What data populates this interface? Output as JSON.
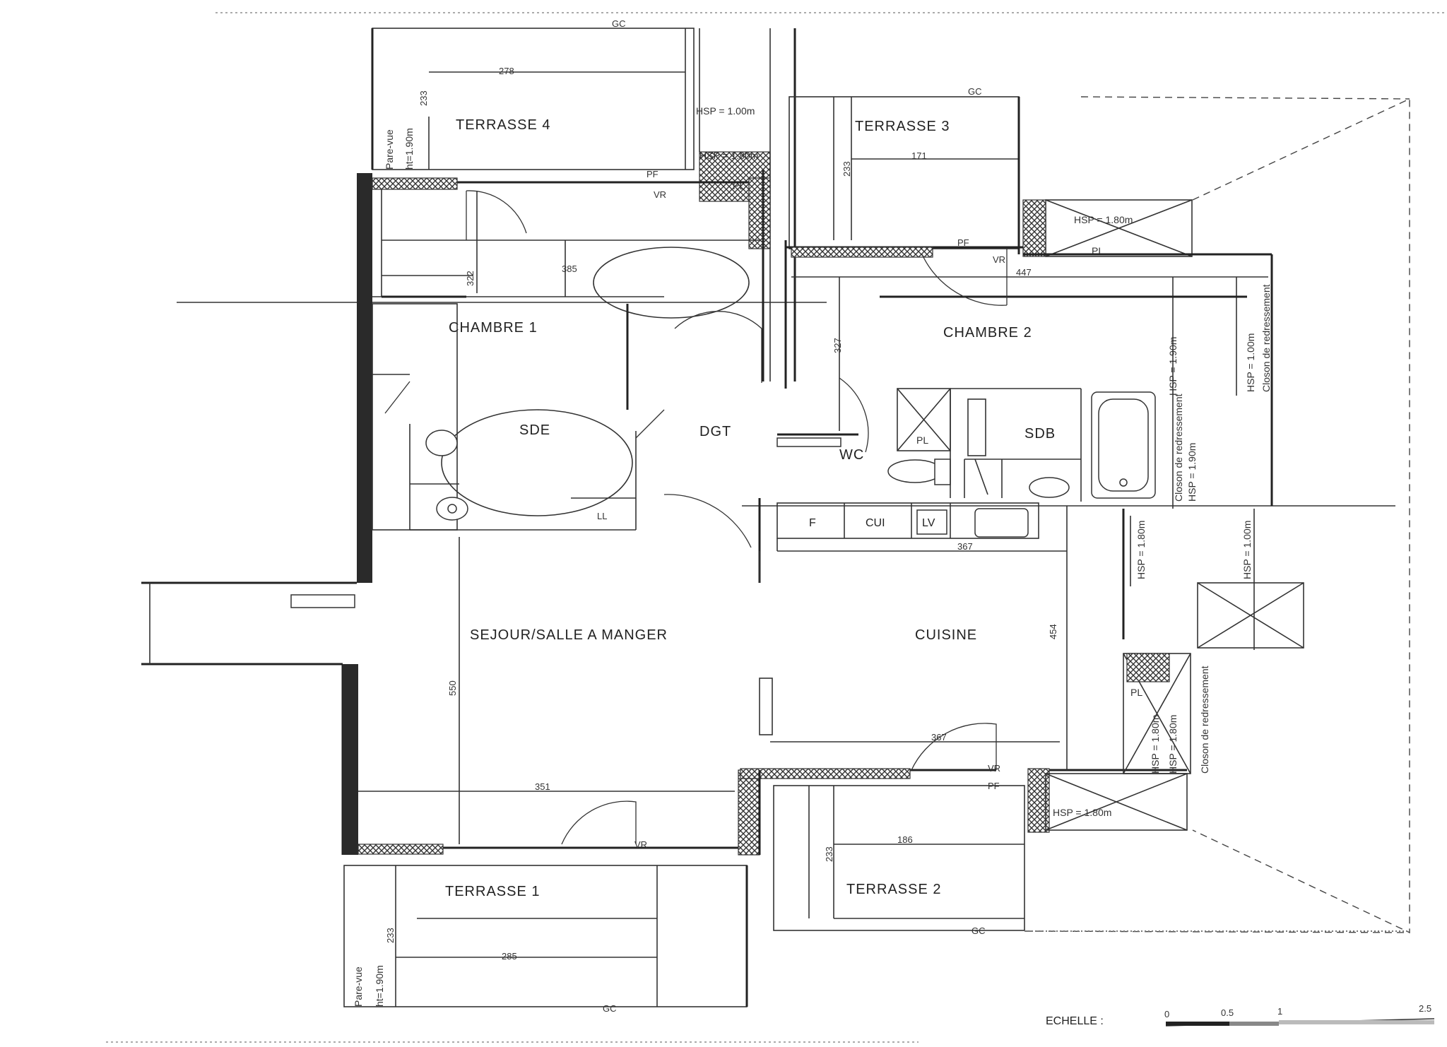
{
  "rooms": {
    "terrasse4": "TERRASSE 4",
    "terrasse3": "TERRASSE 3",
    "terrasse2": "TERRASSE 2",
    "terrasse1": "TERRASSE 1",
    "chambre1": "CHAMBRE 1",
    "chambre2": "CHAMBRE 2",
    "sde": "SDE",
    "dgt": "DGT",
    "wc": "WC",
    "sdb": "SDB",
    "sejour": "SEJOUR/SALLE A MANGER",
    "cuisine": "CUISINE"
  },
  "dimensions": {
    "t4_width": "278",
    "t4_depth": "233",
    "t3_width": "171",
    "t3_depth": "233",
    "ch1_width": "385",
    "ch1_depth": "322",
    "ch2_width": "447",
    "ch2_depth": "327",
    "kitchen_width": "367",
    "kitchen_depth": "454",
    "sejour_depth": "550",
    "sejour_width": "351",
    "south_width": "367",
    "t2_width": "186",
    "t2_depth": "233",
    "t1_width": "285",
    "t1_depth": "233"
  },
  "labels": {
    "gc": "GC",
    "pf": "PF",
    "vr": "VR",
    "pl": "PL",
    "ll": "LL",
    "f": "F",
    "cui": "CUI",
    "lv": "LV",
    "hsp_100": "HSP = 1.00m",
    "hsp_180": "HSP = 1.80m",
    "hsp_190": "HSP = 1.90m",
    "hsp_180_short": "HSP = 1.80m",
    "closon": "Closon de redressement",
    "pare_vue": "Pare-vue",
    "ht_190": "ht=1.90m"
  },
  "scale": {
    "label": "ECHELLE :",
    "ticks": [
      "0",
      "0.5",
      "1",
      "2.5"
    ]
  }
}
